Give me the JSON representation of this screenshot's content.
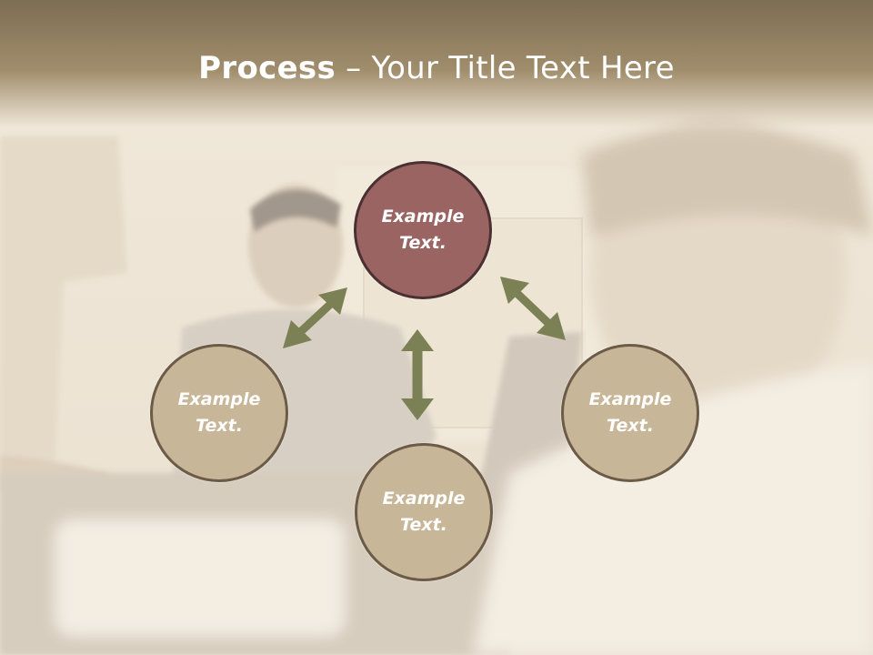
{
  "header": {
    "title_bold": "Process",
    "title_rest": " – Your Title Text Here"
  },
  "diagram": {
    "nodes": [
      {
        "id": "top",
        "label": "Example Text.",
        "color": "#9a6463"
      },
      {
        "id": "left",
        "label": "Example Text.",
        "color": "#c7b698"
      },
      {
        "id": "right",
        "label": "Example Text.",
        "color": "#c7b698"
      },
      {
        "id": "bottom",
        "label": "Example Text.",
        "color": "#c7b698"
      }
    ],
    "connectors": [
      {
        "from": "top",
        "to": "left",
        "type": "double-arrow"
      },
      {
        "from": "top",
        "to": "right",
        "type": "double-arrow"
      },
      {
        "from": "top",
        "to": "bottom",
        "type": "double-arrow"
      }
    ],
    "arrow_color": "#7b8055"
  }
}
